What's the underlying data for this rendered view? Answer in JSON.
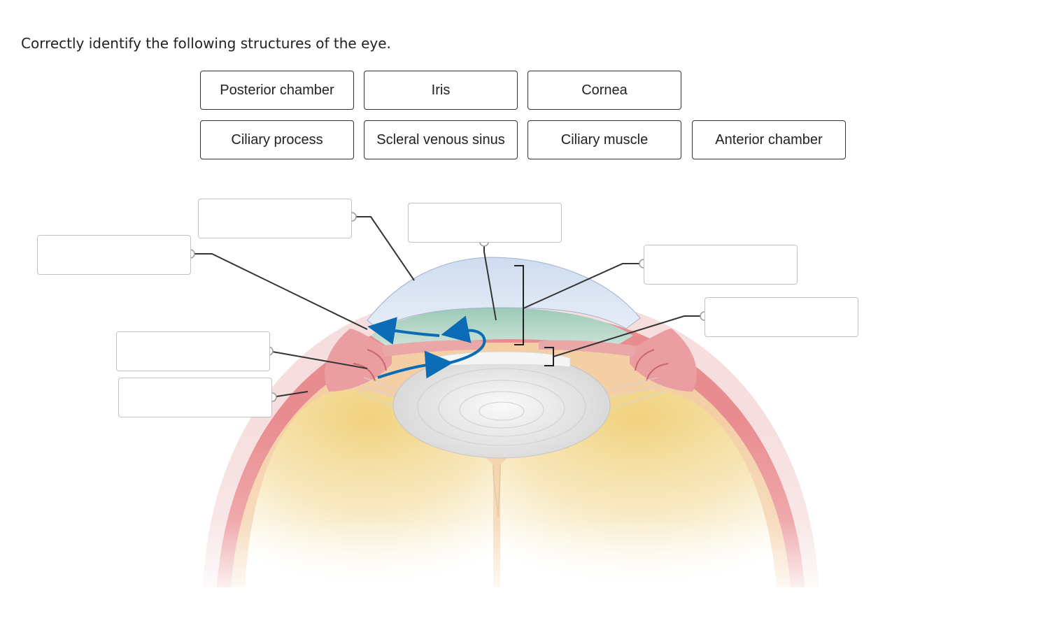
{
  "question": {
    "prompt": "Correctly identify the following structures of the eye."
  },
  "label_bank": [
    "Posterior chamber",
    "Iris",
    "Cornea",
    "Ciliary process",
    "Scleral venous sinus",
    "Ciliary muscle",
    "Anterior chamber"
  ],
  "drop_targets": [
    "",
    "",
    "",
    "",
    "",
    "",
    ""
  ],
  "colors": {
    "cornea": "#d7e2f1",
    "iris": "#86b9a4",
    "ciliary_body": "#f1a8aa",
    "sclera": "#f5dcdc",
    "lens": "#eeeeee",
    "vitreous": "#f1d27e",
    "flow_arrow": "#0b6cb5"
  }
}
